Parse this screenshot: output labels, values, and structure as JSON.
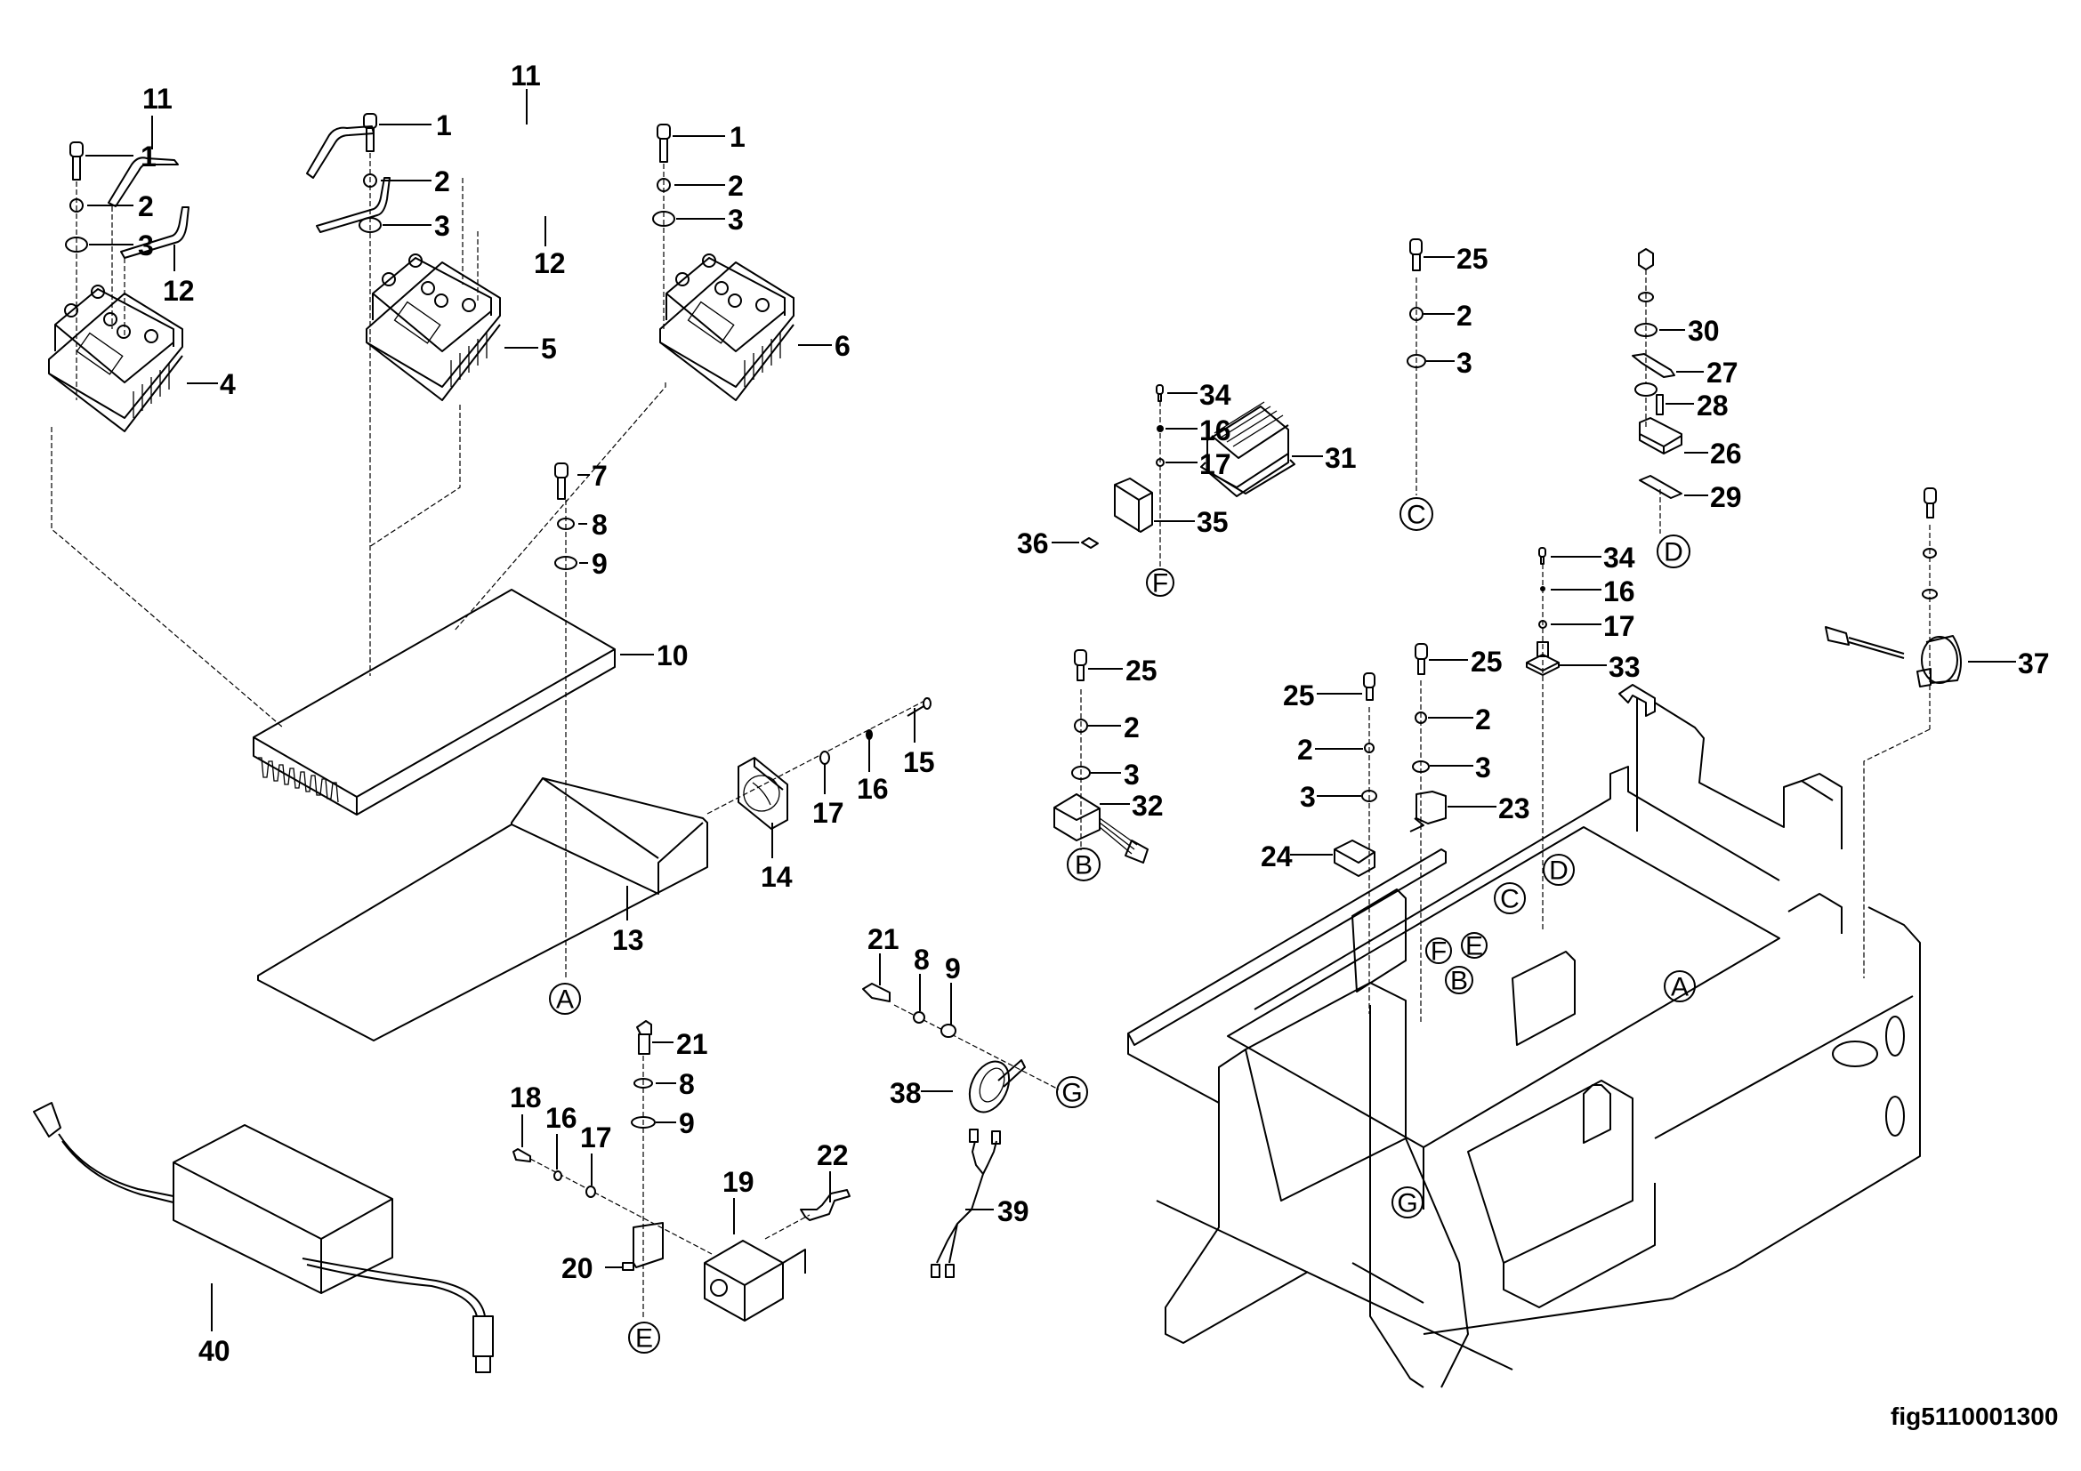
{
  "figure_id": "fig5110001300",
  "diagram_type": "exploded parts view",
  "callouts": [
    {
      "n": "1",
      "ref": "controller-1"
    },
    {
      "n": "2"
    },
    {
      "n": "3"
    },
    {
      "n": "4"
    },
    {
      "n": "5"
    },
    {
      "n": "6"
    },
    {
      "n": "7"
    },
    {
      "n": "8"
    },
    {
      "n": "9"
    },
    {
      "n": "10"
    },
    {
      "n": "11"
    },
    {
      "n": "12"
    },
    {
      "n": "13"
    },
    {
      "n": "14"
    },
    {
      "n": "15"
    },
    {
      "n": "16"
    },
    {
      "n": "17"
    },
    {
      "n": "18"
    },
    {
      "n": "19"
    },
    {
      "n": "20"
    },
    {
      "n": "21"
    },
    {
      "n": "22"
    },
    {
      "n": "23"
    },
    {
      "n": "24"
    },
    {
      "n": "25"
    },
    {
      "n": "26"
    },
    {
      "n": "27"
    },
    {
      "n": "28"
    },
    {
      "n": "29"
    },
    {
      "n": "30"
    },
    {
      "n": "31"
    },
    {
      "n": "32"
    },
    {
      "n": "33"
    },
    {
      "n": "34"
    },
    {
      "n": "35"
    },
    {
      "n": "36"
    },
    {
      "n": "37"
    },
    {
      "n": "38"
    },
    {
      "n": "39"
    },
    {
      "n": "40"
    }
  ],
  "labels": {
    "ctrl1": {
      "bolt": "1",
      "lockwasher": "2",
      "washer": "3",
      "controller": "4",
      "bar_long": "11",
      "bar_short": "12"
    },
    "ctrl2": {
      "bolt": "1",
      "lockwasher": "2",
      "washer": "3",
      "controller": "5",
      "bar_long": "11",
      "bar_short": "12"
    },
    "ctrl3": {
      "bolt": "1",
      "lockwasher": "2",
      "washer": "3",
      "controller": "6"
    },
    "heatsink": {
      "bolt": "7",
      "lockwasher": "8",
      "washer": "9",
      "plate": "10",
      "tray": "13"
    },
    "fan": {
      "fan": "14",
      "screw": "15",
      "lockwasher": "16",
      "washer": "17"
    },
    "contactor": {
      "screw": "18",
      "lockwasher": "16",
      "washer": "17",
      "contactor": "19",
      "bracket": "20",
      "bolt": "21",
      "lockwasher2": "8",
      "washer2": "9",
      "busbar": "22"
    },
    "horn": {
      "bolt": "21",
      "lockwasher": "8",
      "washer": "9",
      "horn": "38"
    },
    "harness": {
      "harness": "39"
    },
    "charger": {
      "charger": "40"
    },
    "converter": {
      "bolt": "25",
      "lockwasher": "2",
      "washer": "3",
      "converter": "31"
    },
    "fuse": {
      "washer": "30",
      "fuse": "27",
      "screw": "28",
      "holder": "26",
      "plate": "29"
    },
    "sensor_f": {
      "screw": "34",
      "lockwasher": "16",
      "washer": "17",
      "sensor": "35",
      "pad": "36"
    },
    "module_b": {
      "bolt": "25",
      "lockwasher": "2",
      "washer": "3",
      "module": "32"
    },
    "relay_group": {
      "bolt_a": "25",
      "lockwasher_a": "2",
      "washer_a": "3",
      "relay_24": "24",
      "bolt_b": "25",
      "lockwasher_b": "2",
      "washer_b": "3",
      "relay_23": "23"
    },
    "switch_33": {
      "screw": "34",
      "lockwasher": "16",
      "washer": "17",
      "switch": "33"
    },
    "buzzer": {
      "buzzer": "37"
    }
  },
  "reference_letters": {
    "A_tray": "A",
    "A_frame": "A",
    "B_module": "B",
    "B_frame": "B",
    "C_converter": "C",
    "C_frame": "C",
    "D_fuse": "D",
    "D_frame": "D",
    "E_contactor": "E",
    "E_frame": "E",
    "F_sensor": "F",
    "F_frame": "F",
    "G_horn": "G",
    "G_frame": "G"
  }
}
